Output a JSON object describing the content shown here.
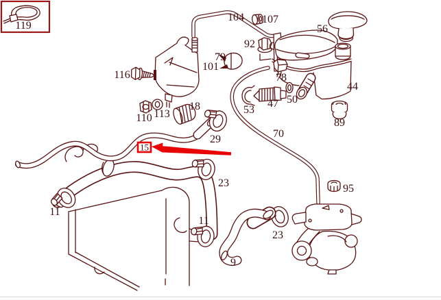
{
  "diagram": {
    "title": "engine cooling system hoses and expansion tank exploded parts diagram",
    "background": "#ffffff",
    "stroke_color": "#5a1313",
    "label_color": "#3f0d0d",
    "labels": {
      "p119": "119",
      "p116": "116",
      "p101": "101",
      "p104": "104",
      "p107": "107",
      "p92": "92",
      "p79": "79",
      "p56": "56",
      "p44": "44",
      "p89": "89",
      "p78": "78",
      "p47": "47",
      "p50": "50",
      "p53": "53",
      "p70": "70",
      "p95": "95",
      "p110": "110",
      "p113": "113",
      "p18": "18",
      "p29": "29",
      "p23a": "23",
      "p23b": "23",
      "p11a": "11",
      "p11b": "11",
      "p9": "9"
    }
  },
  "annotation": {
    "highlighted_part": "15",
    "arrow_color": "#e80404",
    "box_color": "#e80404"
  }
}
